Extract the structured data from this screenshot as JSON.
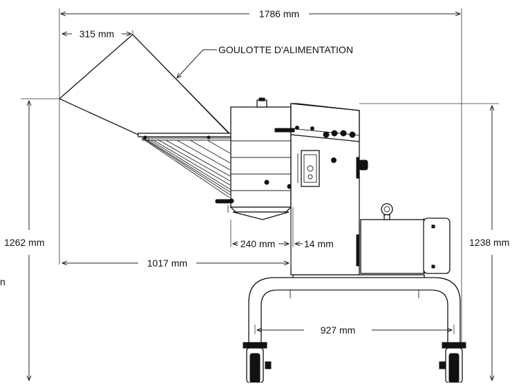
{
  "drawing": {
    "dimensions": {
      "overall_length": "1786 mm",
      "chute_offset": "315 mm",
      "left_height": "1262 mm",
      "right_height": "1238 mm",
      "body_offset": "1017 mm",
      "hopper_width": "240 mm",
      "gap": "14 mm",
      "frame_width": "927 mm"
    },
    "callout": "GOULOTTE D'ALIMENTATION",
    "edge_mark": "n"
  }
}
